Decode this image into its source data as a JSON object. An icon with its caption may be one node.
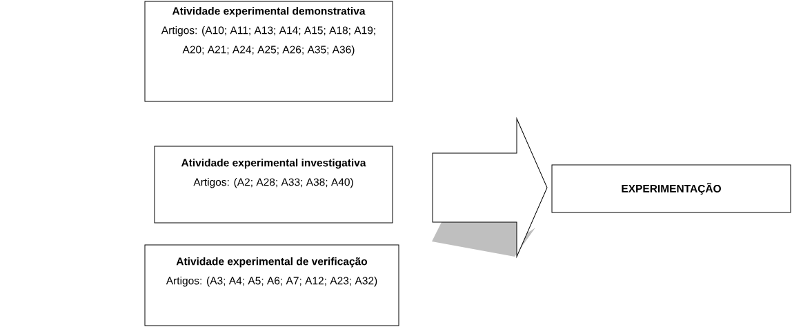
{
  "diagram": {
    "nodes": [
      {
        "text": [
          "Atividade experimental demonstrativa",
          "Artigos: (A10; A11; A13; A14; A15; A18; A19; A20; A21; A24; A25; A26; A35; A36)"
        ]
      },
      {
        "text": [
          "Atividade experimental investigativa",
          "Artigos: (A2; A28; A33; A38; A40)"
        ]
      },
      {
        "text": [
          "Atividade experimental de verificação",
          "Artigos: (A3; A4; A5; A6; A7; A12; A23; A32)"
        ]
      },
      {
        "text": [
          "EXPERIMENTAÇÃO"
        ]
      }
    ],
    "edges": [
      {
        "from": 0,
        "to": 3,
        "arrow": "to"
      },
      {
        "from": 1,
        "to": 3,
        "arrow": "to"
      },
      {
        "from": 2,
        "to": 3,
        "arrow": "to"
      }
    ]
  }
}
